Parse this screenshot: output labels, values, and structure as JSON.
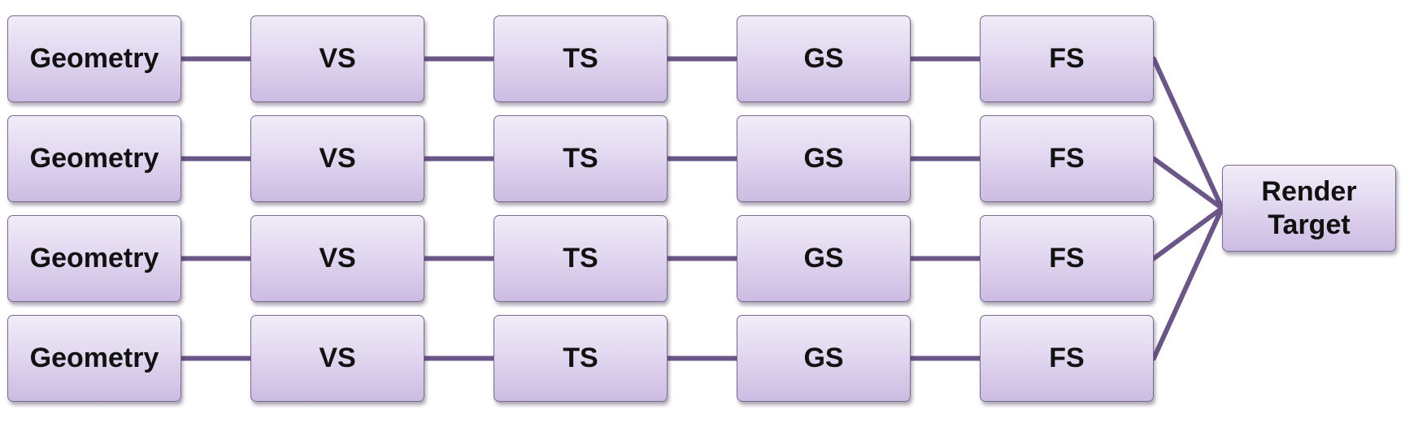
{
  "diagram": {
    "pipelines": [
      {
        "stages": [
          "Geometry",
          "VS",
          "TS",
          "GS",
          "FS"
        ]
      },
      {
        "stages": [
          "Geometry",
          "VS",
          "TS",
          "GS",
          "FS"
        ]
      },
      {
        "stages": [
          "Geometry",
          "VS",
          "TS",
          "GS",
          "FS"
        ]
      },
      {
        "stages": [
          "Geometry",
          "VS",
          "TS",
          "GS",
          "FS"
        ]
      }
    ],
    "target": {
      "line1": "Render",
      "line2": "Target"
    },
    "colors": {
      "connector": "#6a5687",
      "box_border": "#7a6a8e"
    }
  }
}
